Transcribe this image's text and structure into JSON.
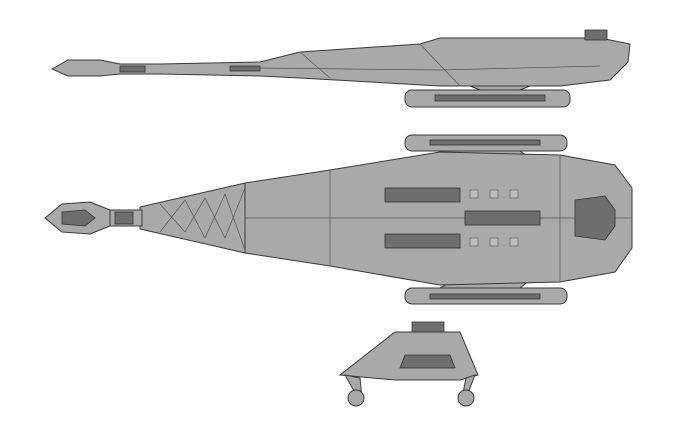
{
  "drawing": {
    "views": [
      "side-view",
      "top-view",
      "front-view"
    ],
    "colors": {
      "hull": "#a9a9a9",
      "outline": "#3a3a3a",
      "panel": "#6e6e6e",
      "background": "#ffffff"
    }
  }
}
